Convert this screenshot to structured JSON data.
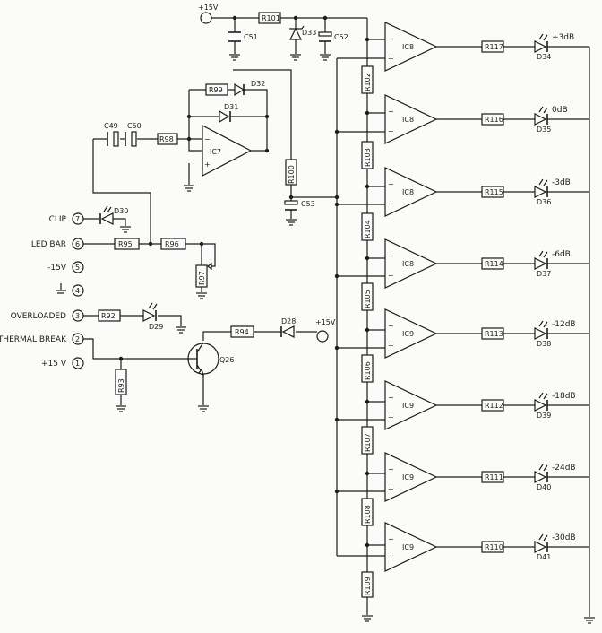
{
  "supply": {
    "label": "+15V"
  },
  "supply_right": {
    "label": "+15V"
  },
  "terminals": [
    {
      "number": "7",
      "label": "CLIP"
    },
    {
      "number": "6",
      "label": "LED BAR"
    },
    {
      "number": "5",
      "label": "-15V"
    },
    {
      "number": "4",
      "label": ""
    },
    {
      "number": "3",
      "label": "OVERLOADED"
    },
    {
      "number": "2",
      "label": "THERMAL BREAK"
    },
    {
      "number": "1",
      "label": "+15 V"
    }
  ],
  "resistors": {
    "R101": "R101",
    "R99": "R99",
    "R98": "R98",
    "R100": "R100",
    "R95": "R95",
    "R96": "R96",
    "R97": "R97",
    "R92": "R92",
    "R94": "R94",
    "R93": "R93",
    "R109": "R109"
  },
  "capacitors": {
    "C51": "C51",
    "C52": "C52",
    "C49": "C49",
    "C50": "C50",
    "C53": "C53"
  },
  "diodes": {
    "D33": "D33",
    "D32": "D32",
    "D31": "D31",
    "D30": "D30",
    "D29": "D29",
    "D28": "D28"
  },
  "ics": {
    "IC7": "IC7"
  },
  "transistor": {
    "label": "Q26"
  },
  "ladder": [
    "R102",
    "R103",
    "R104",
    "R105",
    "R106",
    "R107",
    "R108"
  ],
  "comparators": [
    {
      "ic": "IC8",
      "resistor": "R117",
      "led": "D34",
      "level": "+3dB"
    },
    {
      "ic": "IC8",
      "resistor": "R116",
      "led": "D35",
      "level": "0dB"
    },
    {
      "ic": "IC8",
      "resistor": "R115",
      "led": "D36",
      "level": "-3dB"
    },
    {
      "ic": "IC8",
      "resistor": "R114",
      "led": "D37",
      "level": "-6dB"
    },
    {
      "ic": "IC9",
      "resistor": "R113",
      "led": "D38",
      "level": "-12dB"
    },
    {
      "ic": "IC9",
      "resistor": "R112",
      "led": "D39",
      "level": "-18dB"
    },
    {
      "ic": "IC9",
      "resistor": "R111",
      "led": "D40",
      "level": "-24dB"
    },
    {
      "ic": "IC9",
      "resistor": "R110",
      "led": "D41",
      "level": "-30dB"
    }
  ]
}
